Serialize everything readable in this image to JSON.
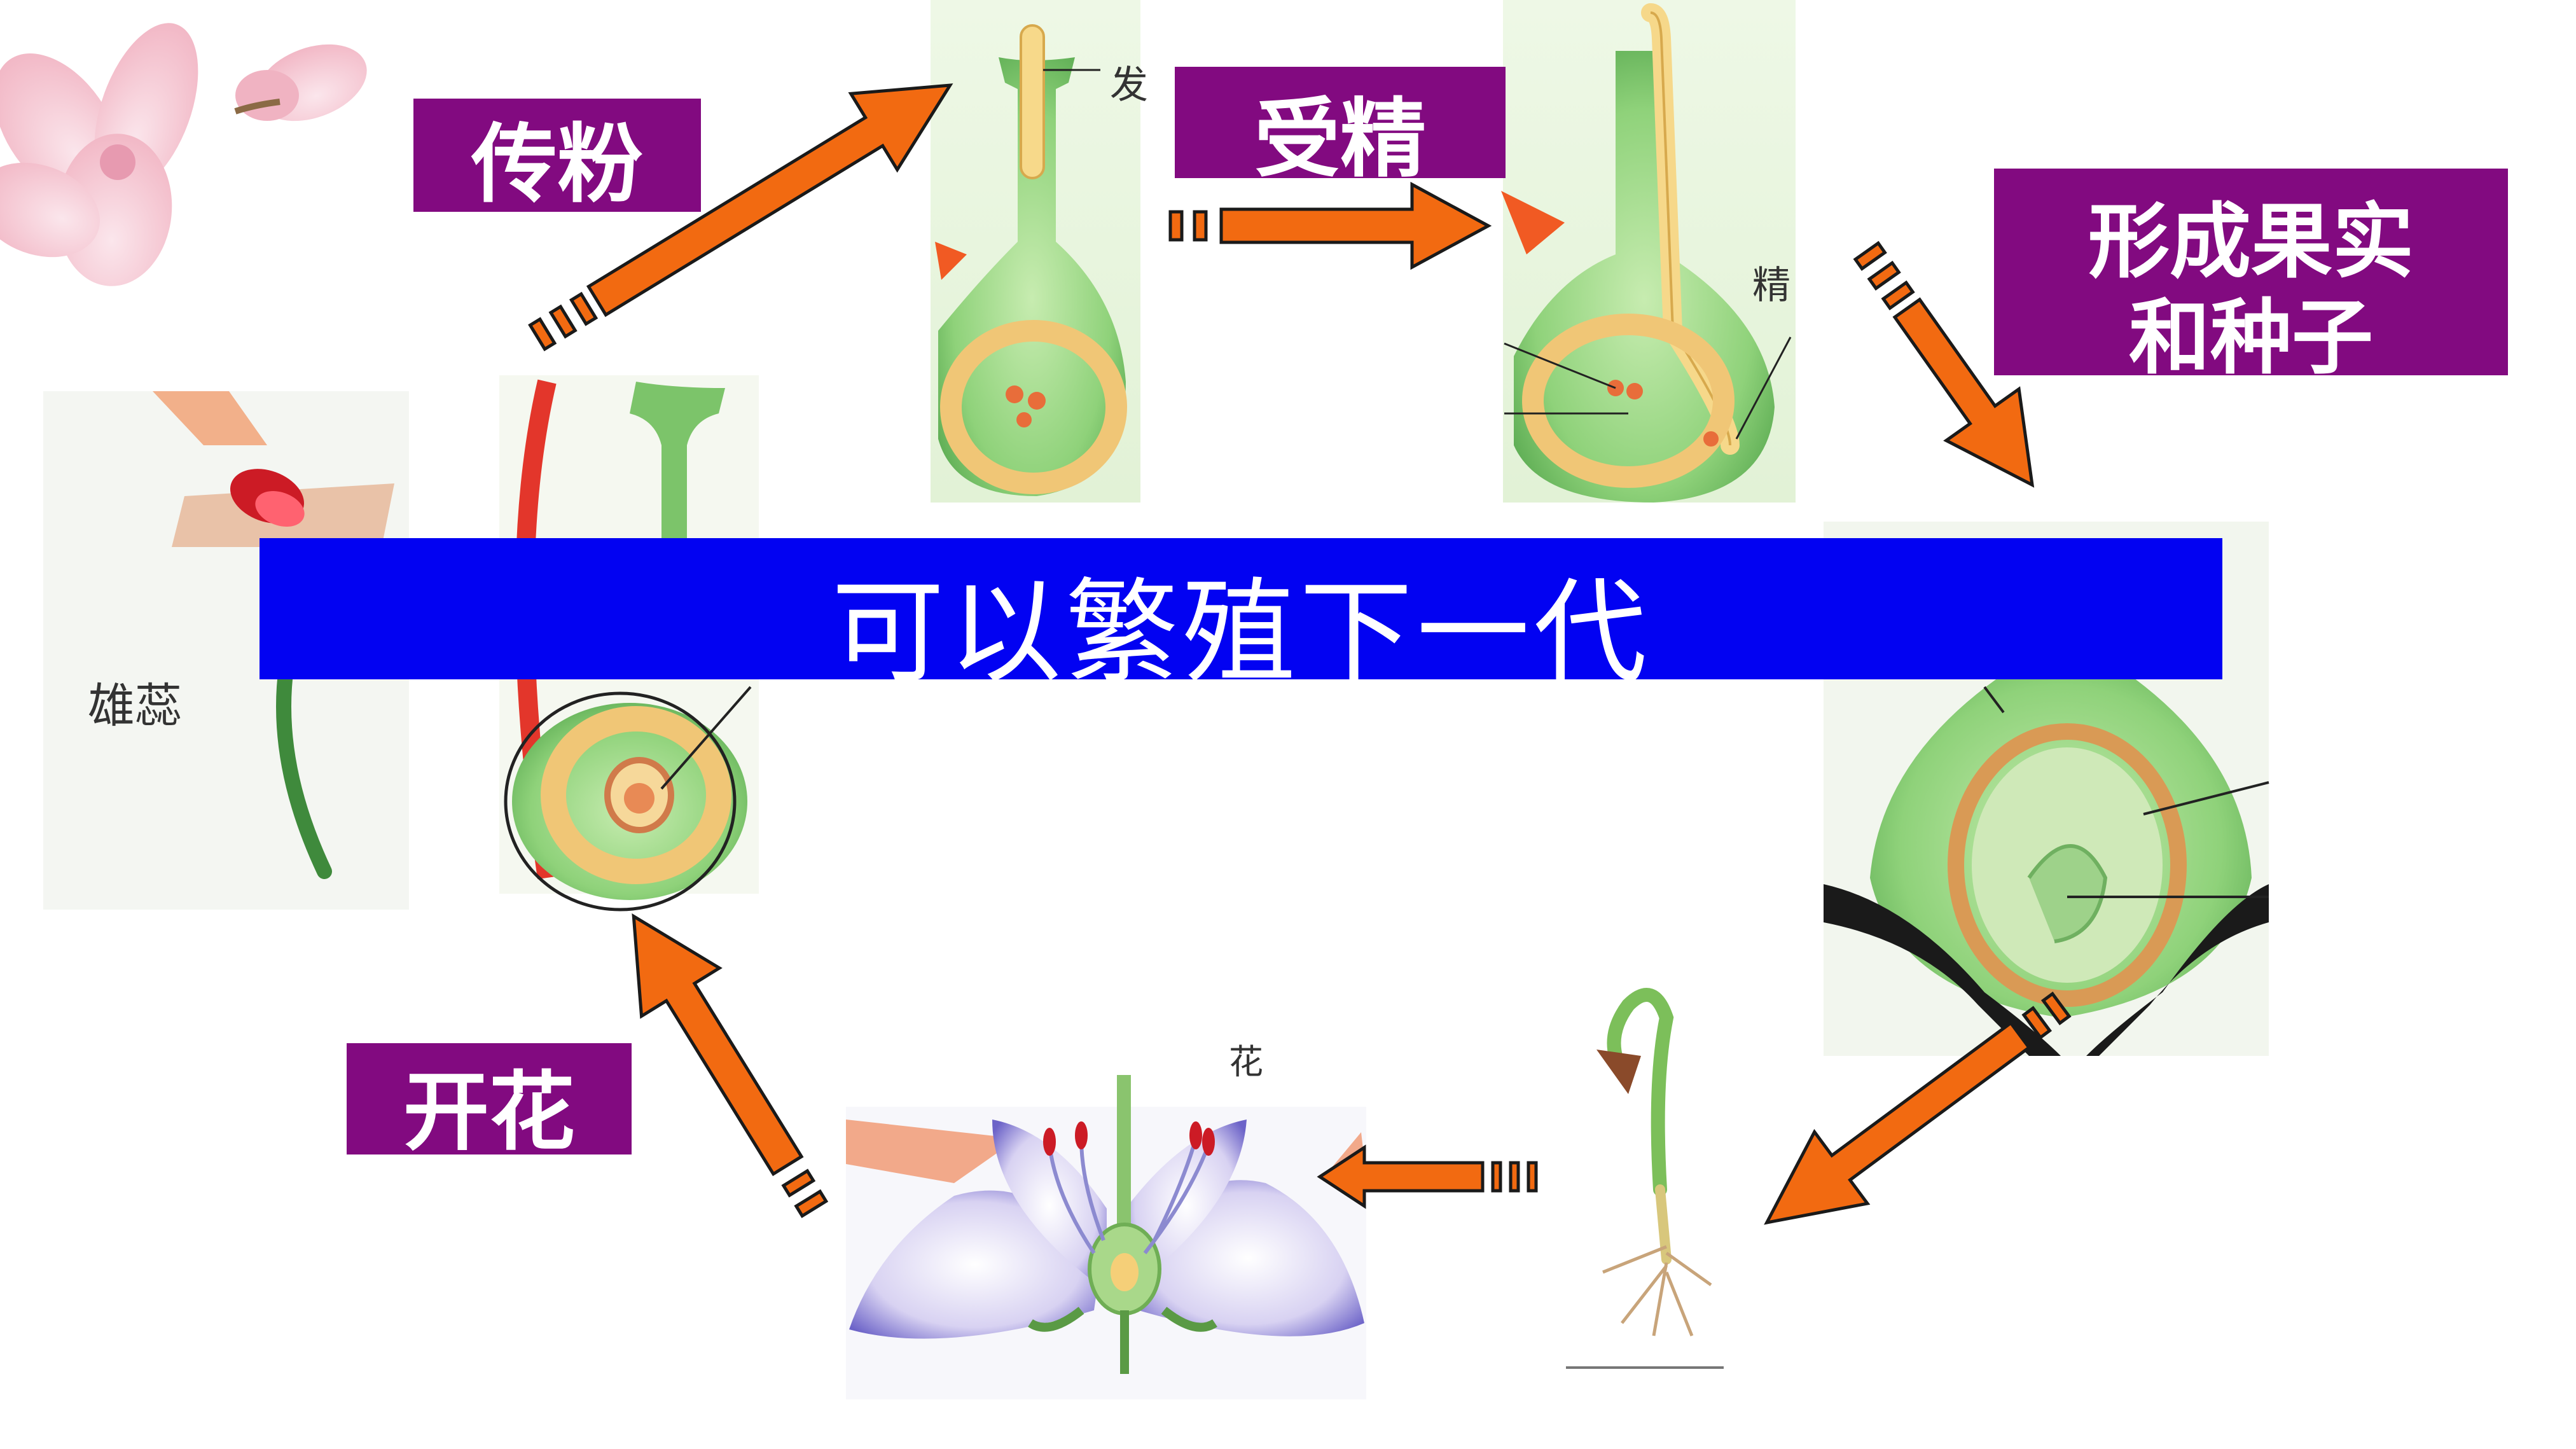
{
  "labels": {
    "pollination": "传粉",
    "fertilization": "受精",
    "fruit_seed": "形成果实和种子",
    "flowering": "开花"
  },
  "banner": "可以繁殖下一代",
  "tags": {
    "stamen": "雄蕊",
    "pollen_tube": "发",
    "sperm": "精",
    "flower": "花"
  },
  "colors": {
    "label_bg": "#820a80",
    "banner_bg": "#0202f2",
    "arrow": "#f26a11",
    "arrow_outline": "#1a1a1a",
    "plant_green": "#8ccf78",
    "ovule_yellow": "#f5cf78"
  }
}
